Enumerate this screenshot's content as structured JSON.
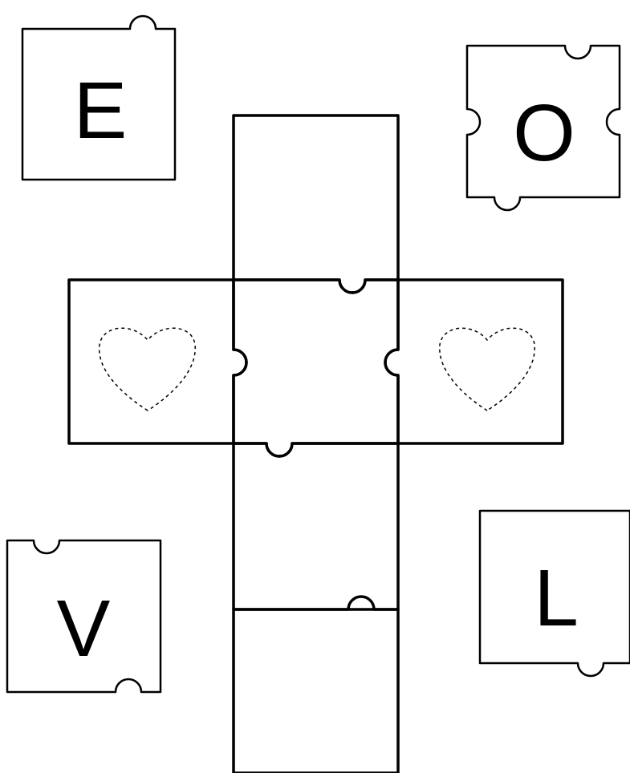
{
  "puzzle": {
    "pieces": [
      {
        "id": "piece-e",
        "letter": "E"
      },
      {
        "id": "piece-o",
        "letter": "O"
      },
      {
        "id": "piece-v",
        "letter": "V"
      },
      {
        "id": "piece-l",
        "letter": "L"
      }
    ],
    "board": {
      "decorations": [
        "heart-icon",
        "heart-icon"
      ],
      "line_color": "#000000",
      "background": "#ffffff"
    }
  }
}
